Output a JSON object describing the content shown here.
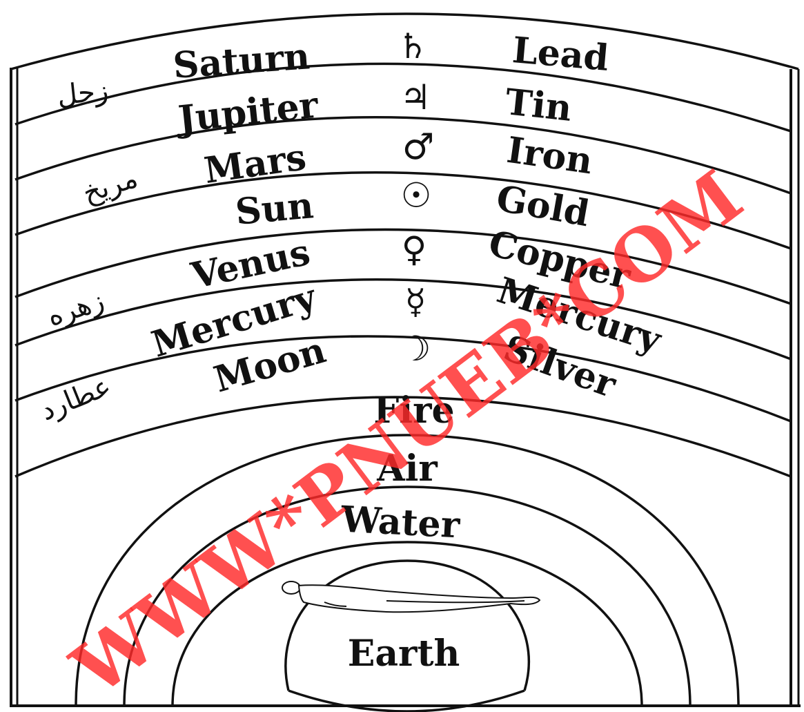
{
  "spheres": [
    {
      "planet": "Saturn",
      "symbol": "♄",
      "metal": "Lead",
      "arabic": "زحل"
    },
    {
      "planet": "Jupiter",
      "symbol": "♃",
      "metal": "Tin",
      "arabic": ""
    },
    {
      "planet": "Mars",
      "symbol": "♂",
      "metal": "Iron",
      "arabic": "مریخ"
    },
    {
      "planet": "Sun",
      "symbol": "☉",
      "metal": "Gold",
      "arabic": ""
    },
    {
      "planet": "Venus",
      "symbol": "♀",
      "metal": "Copper",
      "arabic": "زهره"
    },
    {
      "planet": "Mercury",
      "symbol": "☿",
      "metal": "Mercury",
      "arabic": "عطارد"
    },
    {
      "planet": "Moon",
      "symbol": "☽",
      "metal": "Silver",
      "arabic": ""
    }
  ],
  "elements": [
    "Fire",
    "Air",
    "Water",
    "Earth"
  ],
  "watermark": "WWW*PNUEB*COM",
  "colors": {
    "ink": "#111111",
    "paper": "#ffffff",
    "watermark": "#ff2a2a"
  },
  "icons": {
    "human-figure": "reclining-human-figure"
  }
}
